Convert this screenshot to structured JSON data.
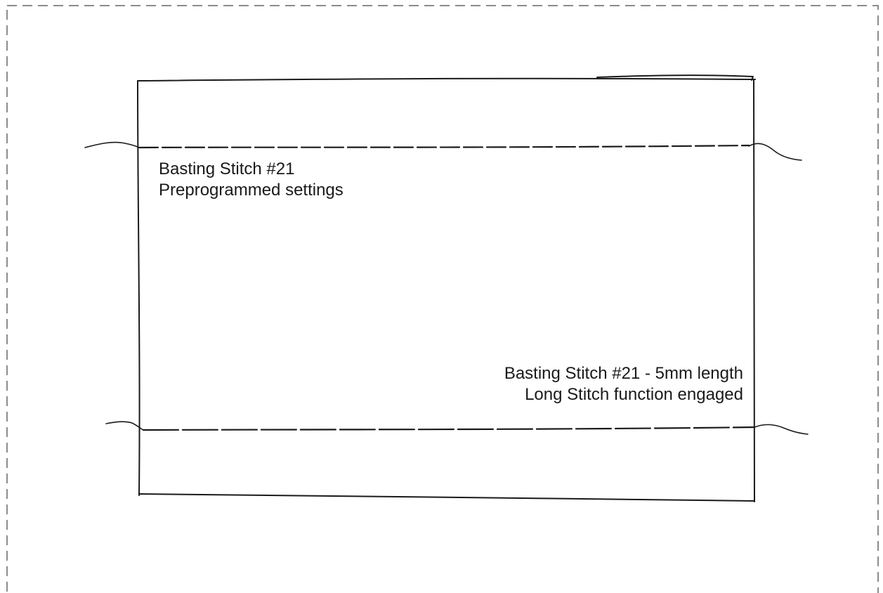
{
  "diagram": {
    "top_seam_label": {
      "line1": "Basting Stitch #21",
      "line2": "Preprogrammed settings"
    },
    "bottom_seam_label": {
      "line1": "Basting Stitch #21 - 5mm length",
      "line2": "Long Stitch function engaged"
    },
    "colors": {
      "ink": "#1a1a1a",
      "border": "#8c8c8c",
      "background": "#ffffff"
    }
  }
}
